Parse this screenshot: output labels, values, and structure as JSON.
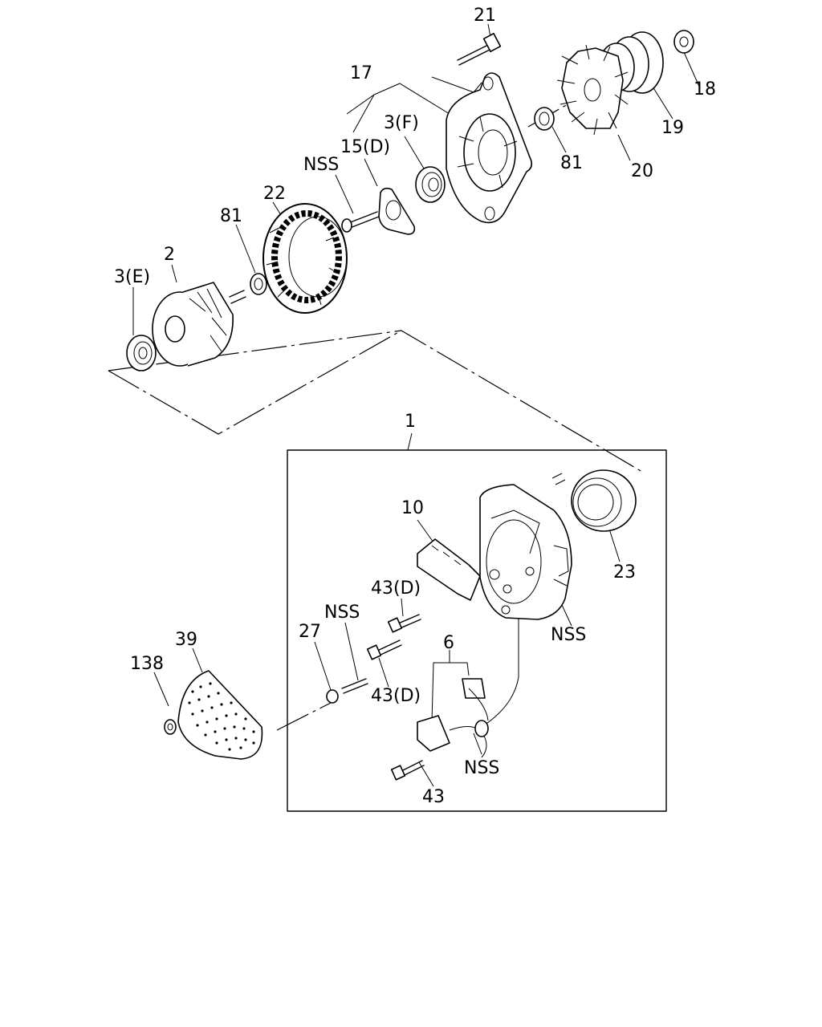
{
  "labels": {
    "p21": "21",
    "p17": "17",
    "p18": "18",
    "p19": "19",
    "p81a": "81",
    "p20": "20",
    "p3f": "3(F)",
    "p15d": "15(D)",
    "nss_top": "NSS",
    "p22": "22",
    "p81b": "81",
    "p2": "2",
    "p3e": "3(E)",
    "p1": "1",
    "p10": "10",
    "p23": "23",
    "p43d_a": "43(D)",
    "nss_mid": "NSS",
    "nss_right": "NSS",
    "p27": "27",
    "p39": "39",
    "p138": "138",
    "p6": "6",
    "p43d_b": "43(D)",
    "nss_bottom": "NSS",
    "p43": "43"
  }
}
